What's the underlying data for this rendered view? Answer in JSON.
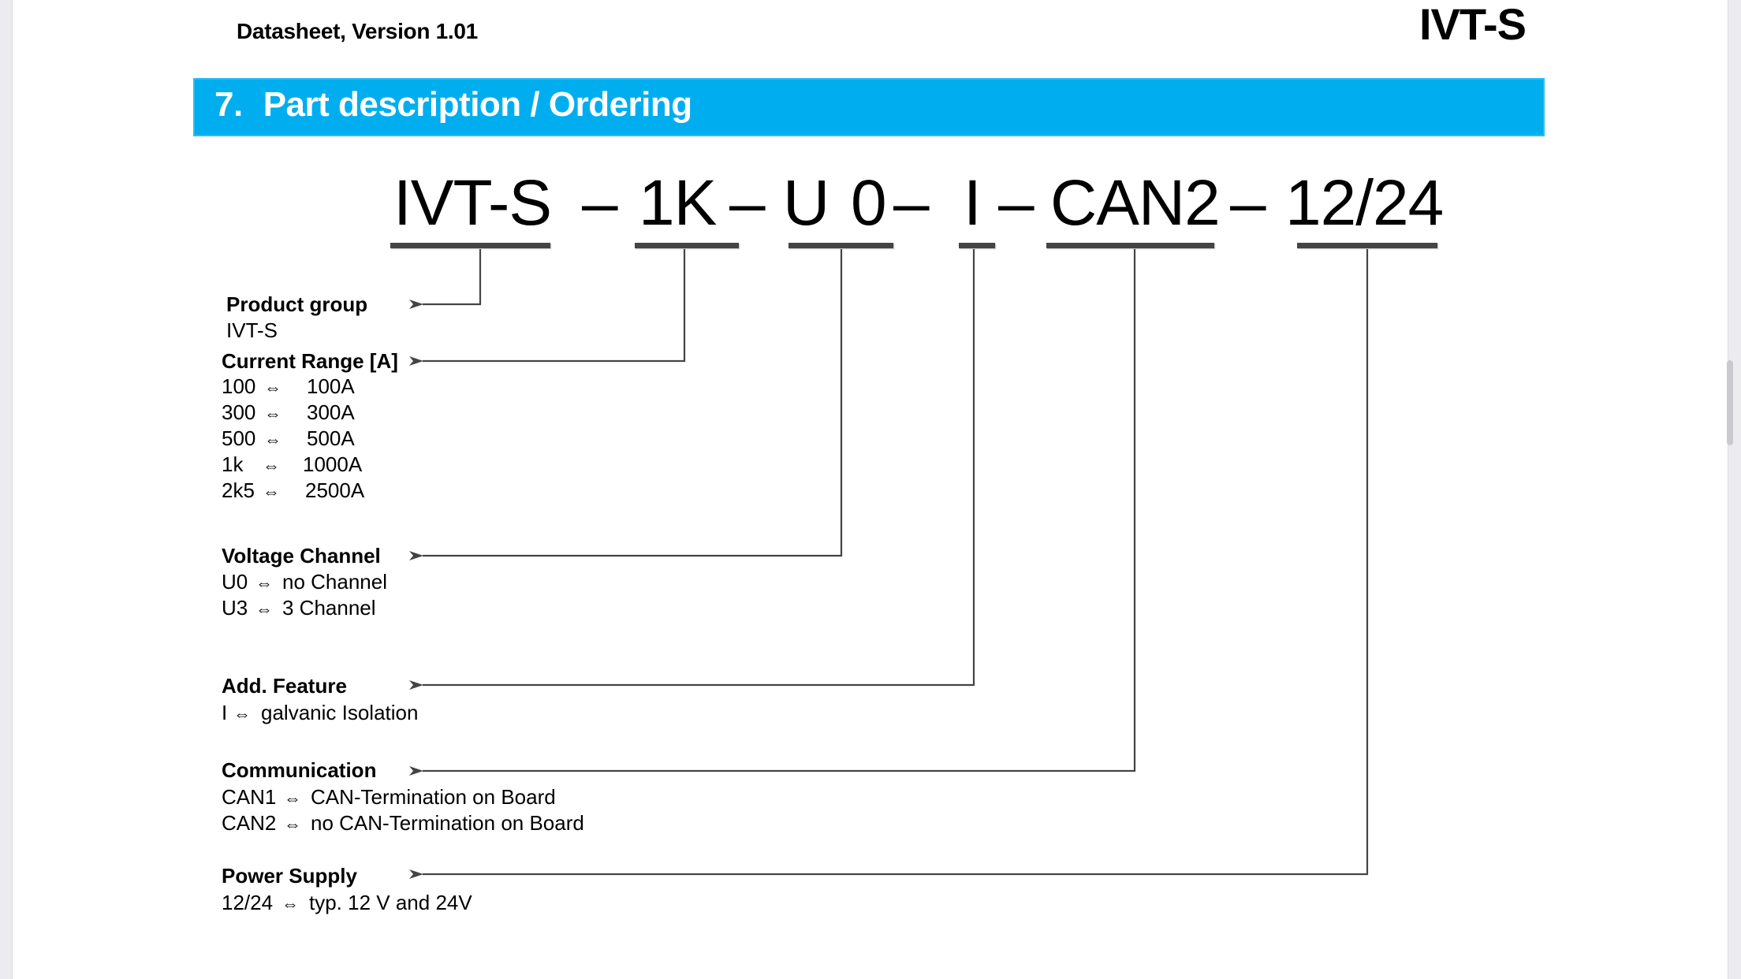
{
  "header": {
    "doc_version": "Datasheet, Version 1.01",
    "product": "IVT-S"
  },
  "section": {
    "number": "7.",
    "title": "Part description / Ordering"
  },
  "part_number": {
    "segments": [
      "IVT-S",
      "1K",
      "U 0",
      "I",
      "CAN2",
      "12/24"
    ],
    "separator": "–"
  },
  "equiv_symbol": "⇔",
  "groups": {
    "product_group": {
      "label": "Product group",
      "items": [
        "IVT-S"
      ]
    },
    "current_range": {
      "label": "Current Range [A]",
      "items": [
        {
          "code": "100",
          "value": "100A"
        },
        {
          "code": "300",
          "value": "300A"
        },
        {
          "code": "500",
          "value": "500A"
        },
        {
          "code": "1k",
          "value": "1000A"
        },
        {
          "code": "2k5",
          "value": "2500A"
        }
      ]
    },
    "voltage_channel": {
      "label": "Voltage Channel",
      "items": [
        {
          "code": "U0",
          "value": "no Channel"
        },
        {
          "code": "U3",
          "value": "3 Channel"
        }
      ]
    },
    "add_feature": {
      "label": "Add. Feature",
      "items": [
        {
          "code": "I",
          "value": "galvanic Isolation"
        }
      ]
    },
    "communication": {
      "label": "Communication",
      "items": [
        {
          "code": "CAN1",
          "value": "CAN-Termination on Board"
        },
        {
          "code": "CAN2",
          "value": "no CAN-Termination on Board"
        }
      ]
    },
    "power_supply": {
      "label": "Power Supply",
      "items": [
        {
          "code": "12/24",
          "value": "typ. 12 V and 24V"
        }
      ]
    }
  },
  "colors": {
    "section_bar": "#00aeef",
    "connector": "#444444",
    "text": "#000000"
  }
}
